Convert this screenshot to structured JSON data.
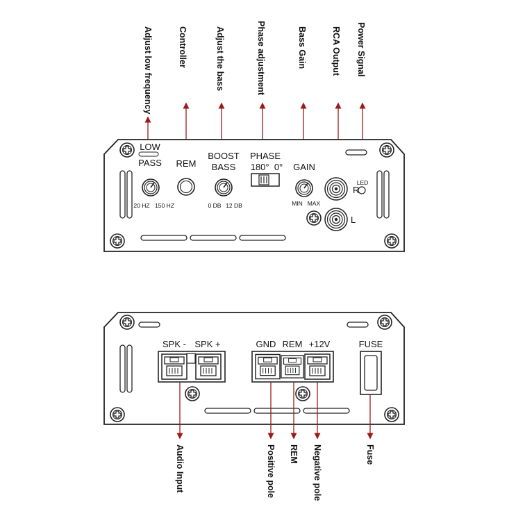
{
  "colors": {
    "arrow": "#9b1b1b",
    "line": "#222222"
  },
  "callouts_top": [
    "Adjust low frequency",
    "Controller",
    "Adjust the bass",
    "Phase adjustment",
    "Bass Gain",
    "RCA Output",
    "Power Signal"
  ],
  "callouts_bottom": [
    "Audio Input",
    "Positive pole",
    "REM",
    "Negative pole",
    "Fuse"
  ],
  "front_panel": {
    "low_pass": [
      "LOW",
      "PASS"
    ],
    "low_pass_min": "20 HZ",
    "low_pass_max": "150 HZ",
    "rem": "REM",
    "boost_bass": [
      "BOOST",
      "BASS"
    ],
    "boost_min": "0 DB",
    "boost_max": "12 DB",
    "phase": "PHASE",
    "phase_values": "180°  0°",
    "gain": "GAIN",
    "gain_min": "MIN",
    "gain_max": "MAX",
    "rca_right": "R",
    "rca_left": "L",
    "led": "LED"
  },
  "rear_panel": {
    "spk_minus": "SPK -",
    "spk_plus": "SPK +",
    "gnd": "GND",
    "rem": "REM",
    "plus12v": "+12V",
    "fuse": "FUSE"
  }
}
